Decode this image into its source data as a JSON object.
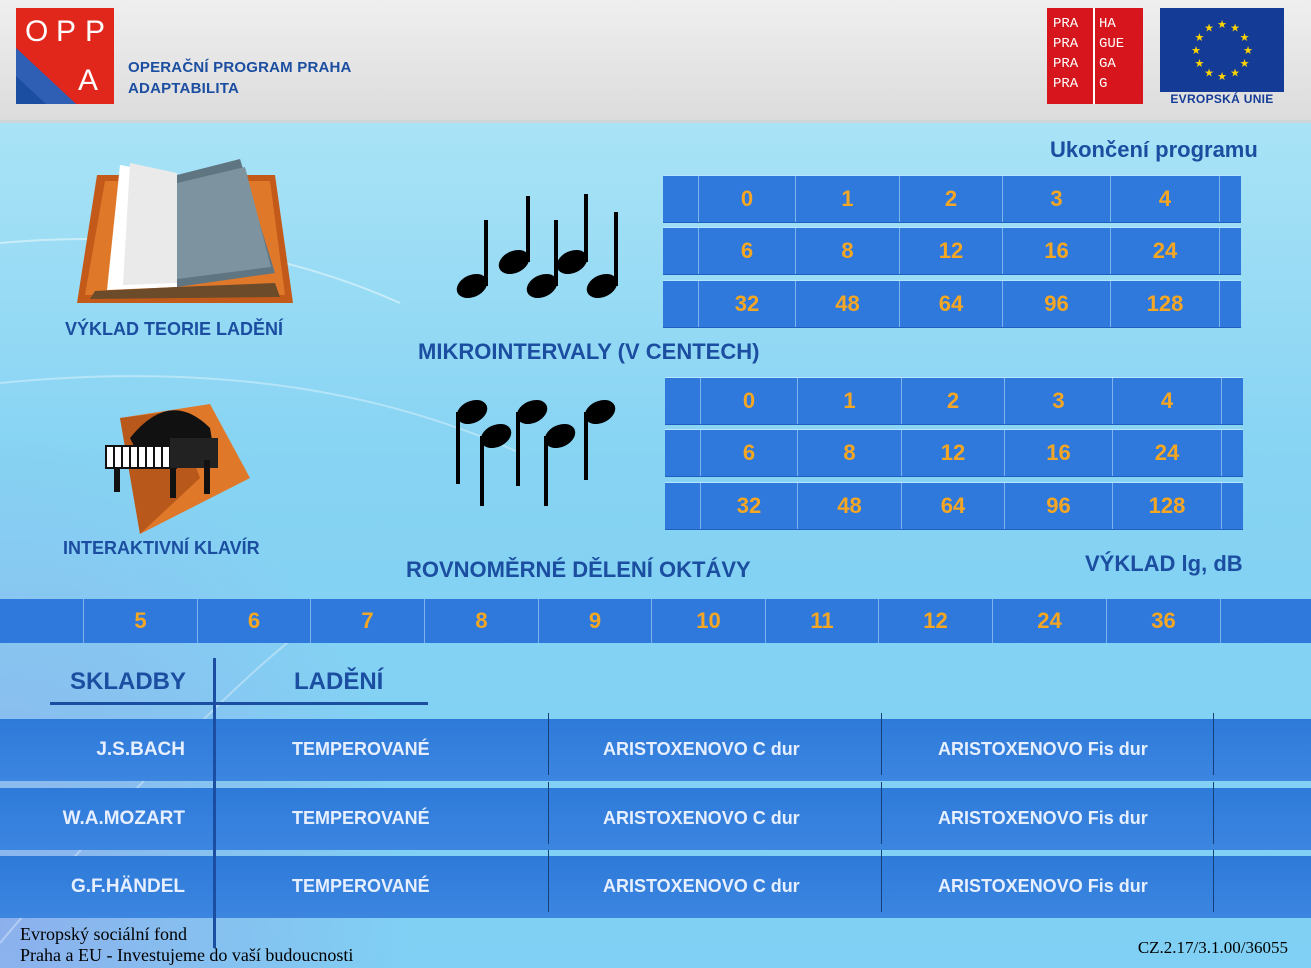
{
  "header": {
    "oppa_logo_letters": [
      "O",
      "P",
      "P",
      "A"
    ],
    "oppa_line1": "OPERAČNÍ PROGRAM PRAHA",
    "oppa_line2": "ADAPTABILITA",
    "praha_left": [
      "PRA",
      "PRA",
      "PRA",
      "PRA"
    ],
    "praha_right": [
      "HA",
      "GUE",
      "GA",
      "G"
    ],
    "eu_label": "EVROPSKÁ UNIE",
    "colors": {
      "oppa_red": "#e1261c",
      "oppa_blue": "#1b4ea0",
      "praha_red": "#d6161c",
      "eu_blue": "#143c96",
      "eu_star": "#ffd400"
    }
  },
  "nav": {
    "exit_label": "Ukončení programu",
    "theory_label": "VÝKLAD TEORIE LADĚNÍ",
    "theory_icon": "open-book-icon",
    "piano_label": "INTERAKTIVNÍ KLAVÍR",
    "piano_icon": "grand-piano-icon",
    "lg_db_label": "VÝKLAD lg, dB"
  },
  "microintervals": {
    "title": "MIKROINTERVALY (V CENTECH)",
    "icon": "quarter-notes-stem-up-icon",
    "rows": [
      [
        "0",
        "1",
        "2",
        "3",
        "4"
      ],
      [
        "6",
        "8",
        "12",
        "16",
        "24"
      ],
      [
        "32",
        "48",
        "64",
        "96",
        "128"
      ]
    ]
  },
  "second_grid": {
    "icon": "quarter-notes-stem-down-icon",
    "rows": [
      [
        "0",
        "1",
        "2",
        "3",
        "4"
      ],
      [
        "6",
        "8",
        "12",
        "16",
        "24"
      ],
      [
        "32",
        "48",
        "64",
        "96",
        "128"
      ]
    ]
  },
  "octave_division": {
    "title": "ROVNOMĚRNÉ DĚLENÍ OKTÁVY",
    "values": [
      "5",
      "6",
      "7",
      "8",
      "9",
      "10",
      "11",
      "12",
      "24",
      "36"
    ]
  },
  "pieces": {
    "header_pieces": "SKLADBY",
    "header_tuning": "LADĚNÍ",
    "rows": [
      {
        "composer": "J.S.BACH",
        "options": [
          "TEMPEROVANÉ",
          "ARISTOXENOVO C dur",
          "ARISTOXENOVO Fis dur"
        ]
      },
      {
        "composer": "W.A.MOZART",
        "options": [
          "TEMPEROVANÉ",
          "ARISTOXENOVO C dur",
          "ARISTOXENOVO Fis dur"
        ]
      },
      {
        "composer": "G.F.HÄNDEL",
        "options": [
          "TEMPEROVANÉ",
          "ARISTOXENOVO C dur",
          "ARISTOXENOVO Fis dur"
        ]
      }
    ]
  },
  "footer": {
    "line1": "Evropský sociální fond",
    "line2": "Praha a EU - Investujeme do vaší budoucnosti",
    "code": "CZ.2.17/3.1.00/36055"
  }
}
